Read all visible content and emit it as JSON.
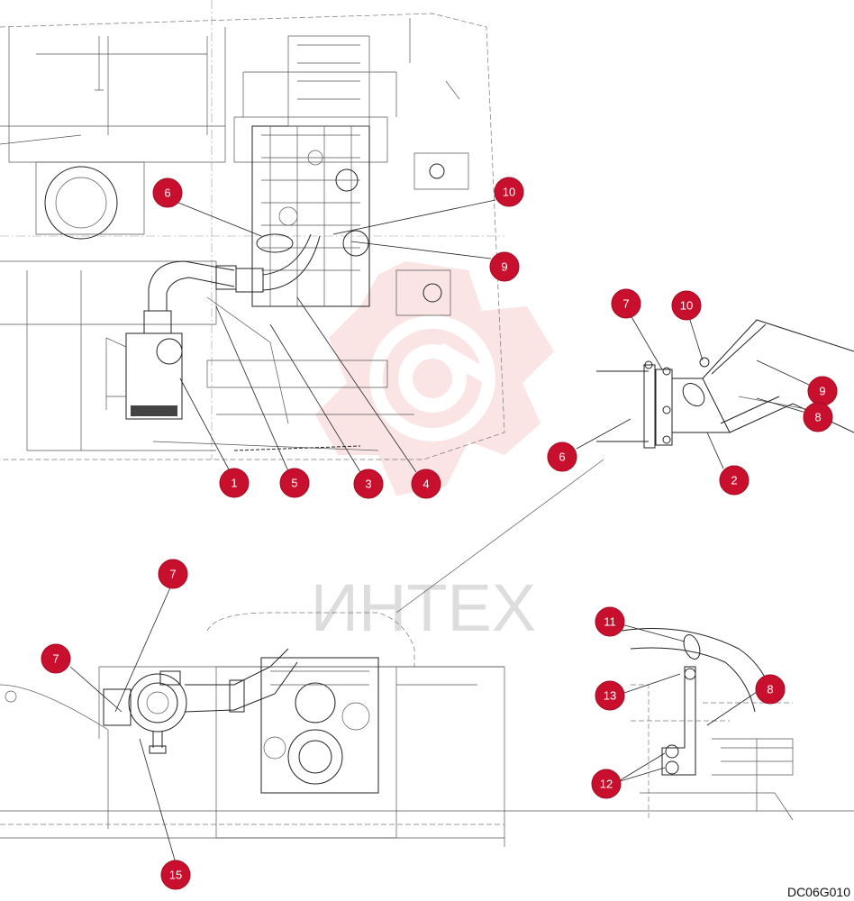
{
  "drawing_code": "DC06G010",
  "watermark_text": "ИНТЕХ",
  "colors": {
    "callout_fill": "#c8102e",
    "callout_text": "#ffffff",
    "watermark": "#f1b3b3",
    "line": "#222222"
  },
  "callouts": {
    "top_view": {
      "c6": "6",
      "c10": "10",
      "c9": "9",
      "c1": "1",
      "c5": "5",
      "c3": "3",
      "c4": "4"
    },
    "detail_pipe": {
      "c7": "7",
      "c10": "10",
      "c9": "9",
      "c8": "8",
      "c6": "6",
      "c2": "2"
    },
    "front_view": {
      "c7a": "7",
      "c7b": "7",
      "c15": "15"
    },
    "detail_bracket": {
      "c11": "11",
      "c13": "13",
      "c8": "8",
      "c12": "12"
    }
  }
}
